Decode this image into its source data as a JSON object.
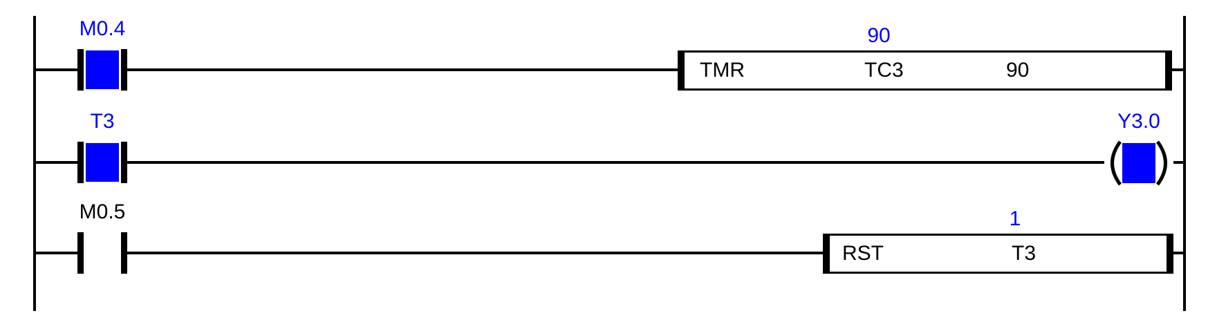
{
  "diagram": {
    "type": "plc-ladder-logic",
    "colors": {
      "line": "#000000",
      "energized": "#0000ff",
      "background": "#ffffff"
    },
    "rungs": [
      {
        "contact": {
          "label": "M0.4",
          "type": "normally-open",
          "state": "energized"
        },
        "box": {
          "opcode": "TMR",
          "operand": "TC3",
          "preset": "90",
          "live_value": "90"
        }
      },
      {
        "contact": {
          "label": "T3",
          "type": "normally-open",
          "state": "energized"
        },
        "coil": {
          "label": "Y3.0",
          "state": "energized"
        }
      },
      {
        "contact": {
          "label": "M0.5",
          "type": "normally-open",
          "state": "off"
        },
        "box": {
          "opcode": "RST",
          "operand": "T3",
          "live_value": "1"
        }
      }
    ]
  }
}
